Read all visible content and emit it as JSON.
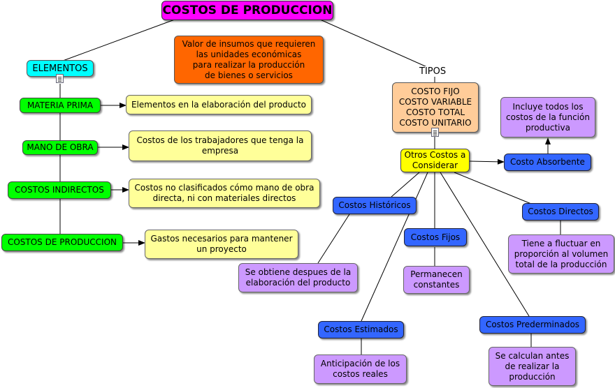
{
  "title": "COSTOS DE PRODUCCION",
  "definition": "Valor de insumos que requieren\nlas unidades económicas\npara realizar la producción\nde bienes o servicios",
  "elementos_label": "ELEMENTOS",
  "tipos_label": "TIPOS",
  "tipos_list": "COSTO FIJO\nCOSTO VARIABLE\nCOSTO TOTAL\nCOSTO UNITARIO",
  "elementos": [
    {
      "label": "MATERIA PRIMA",
      "desc": "Elementos en la elaboración del producto"
    },
    {
      "label": "MANO DE OBRA",
      "desc": "Costos de los trabajadores que tenga la\nempresa"
    },
    {
      "label": "COSTOS INDIRECTOS",
      "desc": "Costos no clasificados cómo mano de obra\ndirecta, ni con materiales directos"
    },
    {
      "label": "COSTOS DE PRODUCCION",
      "desc": "Gastos necesarios para mantener\nun proyecto"
    }
  ],
  "otros": "Otros Costos a\nConsiderar",
  "absorbente": {
    "label": "Costo Absorbente",
    "desc": "Incluye todos los\ncostos de la función\nproductiva"
  },
  "historicos": {
    "label": "Costos Históricos",
    "desc": "Se obtiene despues de la\nelaboración del producto"
  },
  "fijos": {
    "label": "Costos Fijos",
    "desc": "Permanecen\nconstantes"
  },
  "directos": {
    "label": "Costos Directos",
    "desc": "Tiene a fluctuar en\nproporción al volumen\ntotal de la producción"
  },
  "estimados": {
    "label": "Costos Estimados",
    "desc": "Anticipación de los\ncostos reales"
  },
  "predeterminados": {
    "label": "Costos Prederminados",
    "desc": "Se calculan antes\nde realizar la\nproducción"
  }
}
